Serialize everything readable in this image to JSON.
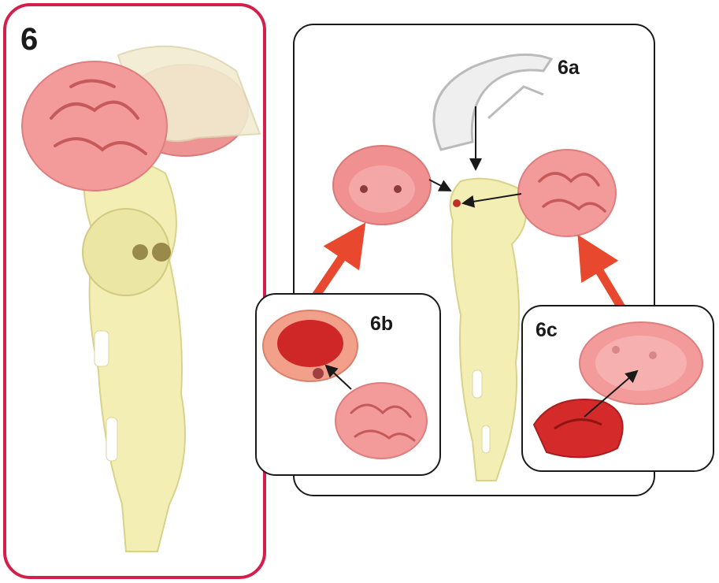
{
  "step": {
    "number": "6"
  },
  "substeps": {
    "a": "6a",
    "b": "6b",
    "c": "6c"
  },
  "colors": {
    "frame_accent": "#d2204a",
    "arrow_red": "#e8482d",
    "brain_pink": "#f08d8d",
    "stem_yellow": "#f3efb4",
    "clear_plastic": "#eeeeee",
    "cavity_red": "#cf2727"
  }
}
